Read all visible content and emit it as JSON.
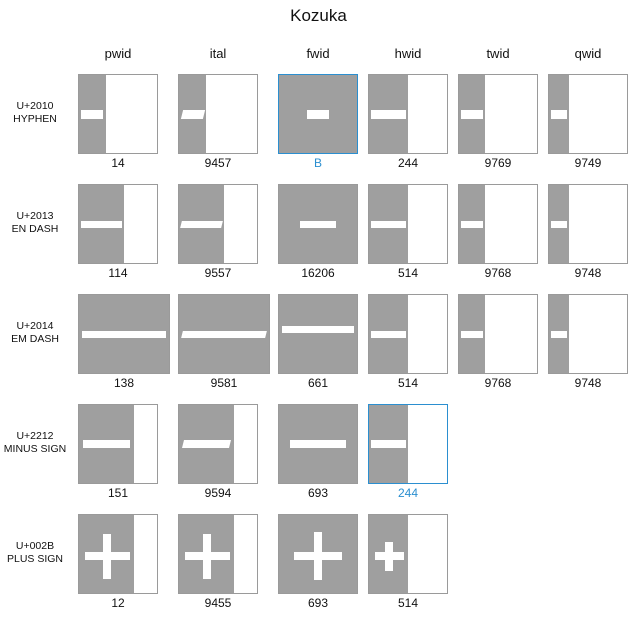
{
  "title": "Kozuka",
  "columns": [
    "pwid",
    "ital",
    "fwid",
    "hwid",
    "twid",
    "qwid"
  ],
  "rows": [
    {
      "label_line1": "U+2010",
      "label_line2": "HYPHEN",
      "glyph": "hyphen",
      "cells": [
        {
          "col": "pwid",
          "cid": "14",
          "fill": 0.35
        },
        {
          "col": "ital",
          "cid": "9457",
          "fill": 0.35
        },
        {
          "col": "fwid",
          "cid": "B",
          "fill": 1.0,
          "highlight": true
        },
        {
          "col": "hwid",
          "cid": "244",
          "fill": 0.5
        },
        {
          "col": "twid",
          "cid": "9769",
          "fill": 0.33
        },
        {
          "col": "qwid",
          "cid": "9749",
          "fill": 0.25
        }
      ]
    },
    {
      "label_line1": "U+2013",
      "label_line2": "EN DASH",
      "glyph": "endash",
      "cells": [
        {
          "col": "pwid",
          "cid": "114",
          "fill": 0.58
        },
        {
          "col": "ital",
          "cid": "9557",
          "fill": 0.58
        },
        {
          "col": "fwid",
          "cid": "16206",
          "fill": 1.0
        },
        {
          "col": "hwid",
          "cid": "514",
          "fill": 0.5
        },
        {
          "col": "twid",
          "cid": "9768",
          "fill": 0.33
        },
        {
          "col": "qwid",
          "cid": "9748",
          "fill": 0.25
        }
      ]
    },
    {
      "label_line1": "U+2014",
      "label_line2": "EM DASH",
      "glyph": "emdash",
      "cells": [
        {
          "col": "pwid",
          "cid": "138",
          "fill": 1.0
        },
        {
          "col": "ital",
          "cid": "9581",
          "fill": 1.0
        },
        {
          "col": "fwid",
          "cid": "661",
          "fill": 1.0
        },
        {
          "col": "hwid",
          "cid": "514",
          "fill": 0.5
        },
        {
          "col": "twid",
          "cid": "9768",
          "fill": 0.33
        },
        {
          "col": "qwid",
          "cid": "9748",
          "fill": 0.25
        }
      ]
    },
    {
      "label_line1": "U+2212",
      "label_line2": "MINUS SIGN",
      "glyph": "minus",
      "cells": [
        {
          "col": "pwid",
          "cid": "151",
          "fill": 0.7
        },
        {
          "col": "ital",
          "cid": "9594",
          "fill": 0.7
        },
        {
          "col": "fwid",
          "cid": "693",
          "fill": 1.0
        },
        {
          "col": "hwid",
          "cid": "244",
          "fill": 0.5,
          "highlight": true
        }
      ]
    },
    {
      "label_line1": "U+002B",
      "label_line2": "PLUS SIGN",
      "glyph": "plus",
      "cells": [
        {
          "col": "pwid",
          "cid": "12",
          "fill": 0.7
        },
        {
          "col": "ital",
          "cid": "9455",
          "fill": 0.7
        },
        {
          "col": "fwid",
          "cid": "693",
          "fill": 1.0
        },
        {
          "col": "hwid",
          "cid": "514",
          "fill": 0.5
        }
      ]
    }
  ]
}
